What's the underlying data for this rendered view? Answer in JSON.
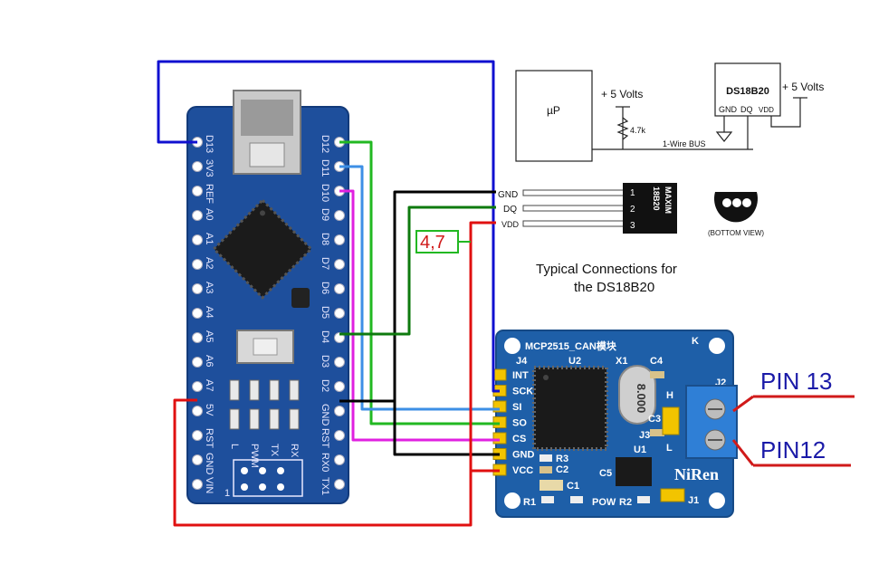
{
  "arduino": {
    "left_pins": [
      "D13",
      "3V3",
      "REF",
      "A0",
      "A1",
      "A2",
      "A3",
      "A4",
      "A5",
      "A6",
      "A7",
      "5V",
      "RST",
      "GND",
      "VIN"
    ],
    "right_pins": [
      "D12",
      "D11",
      "D10",
      "D9",
      "D8",
      "D7",
      "D6",
      "D5",
      "D4",
      "D3",
      "D2",
      "GND",
      "RST",
      "RX0",
      "TX1"
    ],
    "bottom_labels": [
      "L",
      "PWM",
      "TX",
      "RX"
    ],
    "header_num": "1"
  },
  "can_module": {
    "title": "MCP2515_CAN",
    "title_suffix": "模块",
    "header_ref": "J4",
    "chip_ref": "U2",
    "crystal_ref": "X1",
    "crystal_value": "8.000",
    "pins": [
      "INT",
      "SCK",
      "SI",
      "SO",
      "CS",
      "GND",
      "VCC"
    ],
    "refs": {
      "c4": "C4",
      "c3": "C3",
      "j3": "J3",
      "u1": "U1",
      "r3": "R3",
      "c2": "C2",
      "c1": "C1",
      "c5": "C5",
      "r1": "R1",
      "r2": "R2",
      "pow": "POW",
      "j1": "J1",
      "j2": "J2",
      "h": "H",
      "l": "L",
      "k": "K"
    },
    "brand": "NiRen"
  },
  "schematic": {
    "up_label": "µP",
    "supply_left": "+ 5 Volts",
    "supply_right": "+ 5 Volts",
    "resistor": "4.7k",
    "bus_label": "1-Wire BUS",
    "sensor_title": "DS18B20",
    "sensor_pins": [
      "GND",
      "DQ",
      "VDD"
    ],
    "leads": [
      "GND",
      "DQ",
      "VDD"
    ],
    "package_text": [
      "MAXIM",
      "18B20"
    ],
    "package_pins": [
      "1",
      "2",
      "3"
    ],
    "bottom_view_label": "(BOTTOM VIEW)",
    "caption_line1": "Typical Connections for",
    "caption_line2": "the DS18B20"
  },
  "annotations": {
    "resistor_value": "4,7",
    "pin13": "PIN 13",
    "pin12": "PIN12"
  },
  "colors": {
    "board": "#1e4f9c",
    "wire_blue": "#1010d0",
    "wire_green": "#22b822",
    "wire_lightblue": "#3d8fe6",
    "wire_magenta": "#e020e0",
    "wire_black": "#000000",
    "wire_red": "#e01010",
    "wire_darkgreen": "#0e7a0e",
    "annotation_red": "#d01a1a",
    "annotation_blue": "#1a1aa8"
  }
}
